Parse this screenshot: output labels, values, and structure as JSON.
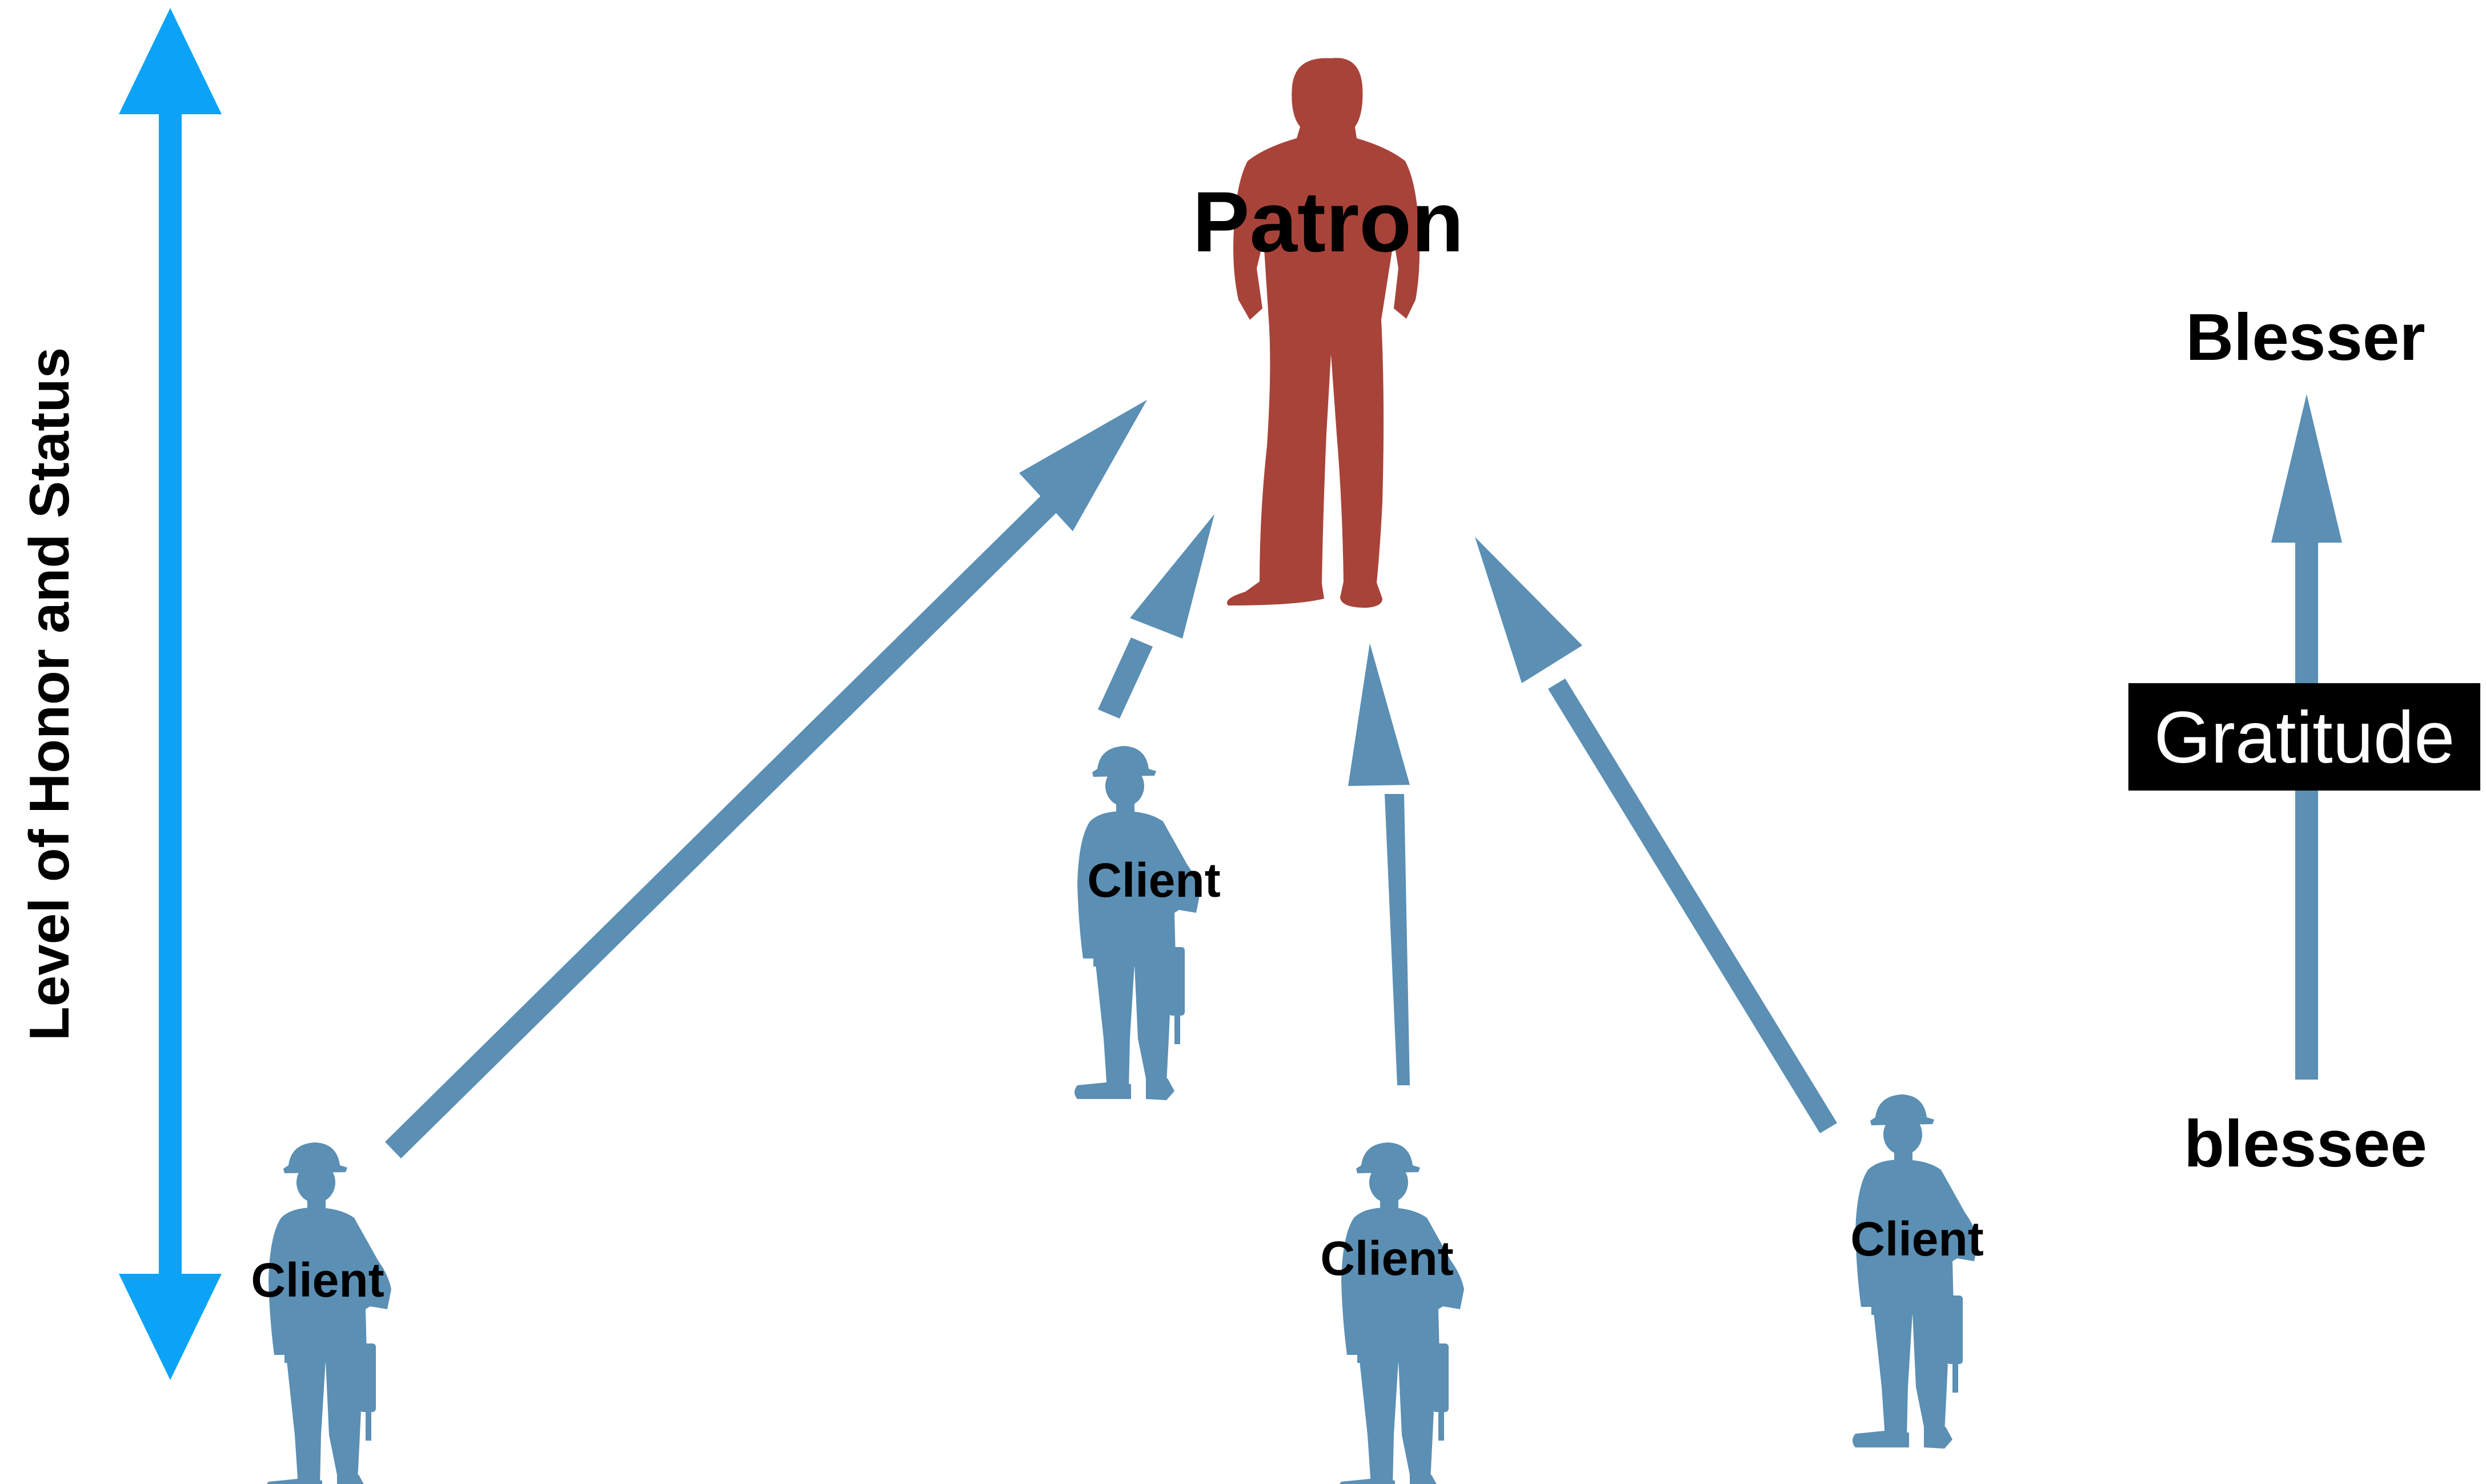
{
  "labels": {
    "axis": "Level of Honor and Status",
    "patron": "Patron",
    "client": "Client",
    "blesser": "Blesser",
    "gratitude": "Gratitude",
    "blessee": "blessee"
  },
  "colors": {
    "patron": "#A8433A",
    "client": "#5B8FB4",
    "axis_arrow": "#0AA3F7",
    "badge_bg": "#000000",
    "badge_text": "#FFFFFF"
  },
  "icons": {
    "patron": "standing-man-silhouette",
    "client": "hardhat-worker-silhouette"
  }
}
